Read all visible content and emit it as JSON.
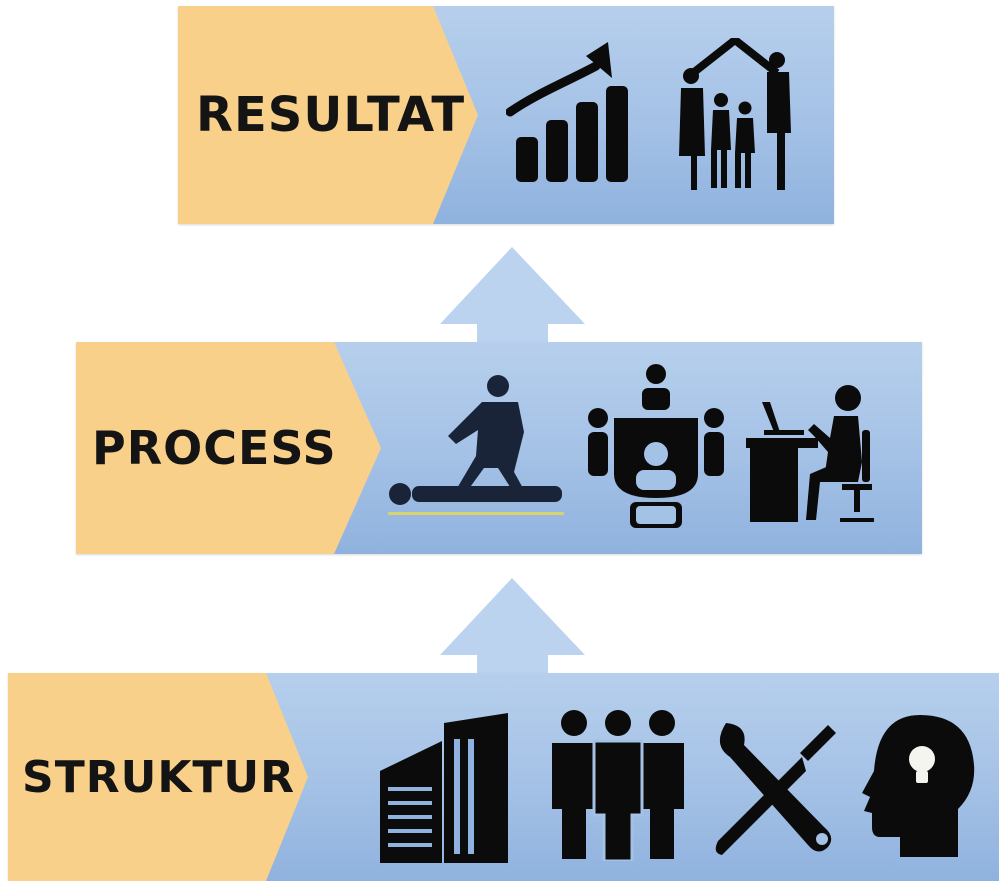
{
  "tiers": {
    "top": {
      "label": "RESULTAT",
      "icons": [
        "growth-chart-icon",
        "family-home-icon"
      ]
    },
    "middle": {
      "label": "PROCESS",
      "icons": [
        "physiotherapy-icon",
        "meeting-table-icon",
        "desk-worker-icon"
      ]
    },
    "bottom": {
      "label": "STRUKTUR",
      "icons": [
        "building-icon",
        "group-people-icon",
        "tools-icon",
        "idea-head-icon"
      ]
    }
  },
  "colors": {
    "label_fill": "#f8cc83",
    "band_fill": "#a4c1e6",
    "arrow_fill": "#bcd3ef",
    "icon_fill": "#0b0b0b",
    "process_icon_fill": "#1a2438"
  }
}
